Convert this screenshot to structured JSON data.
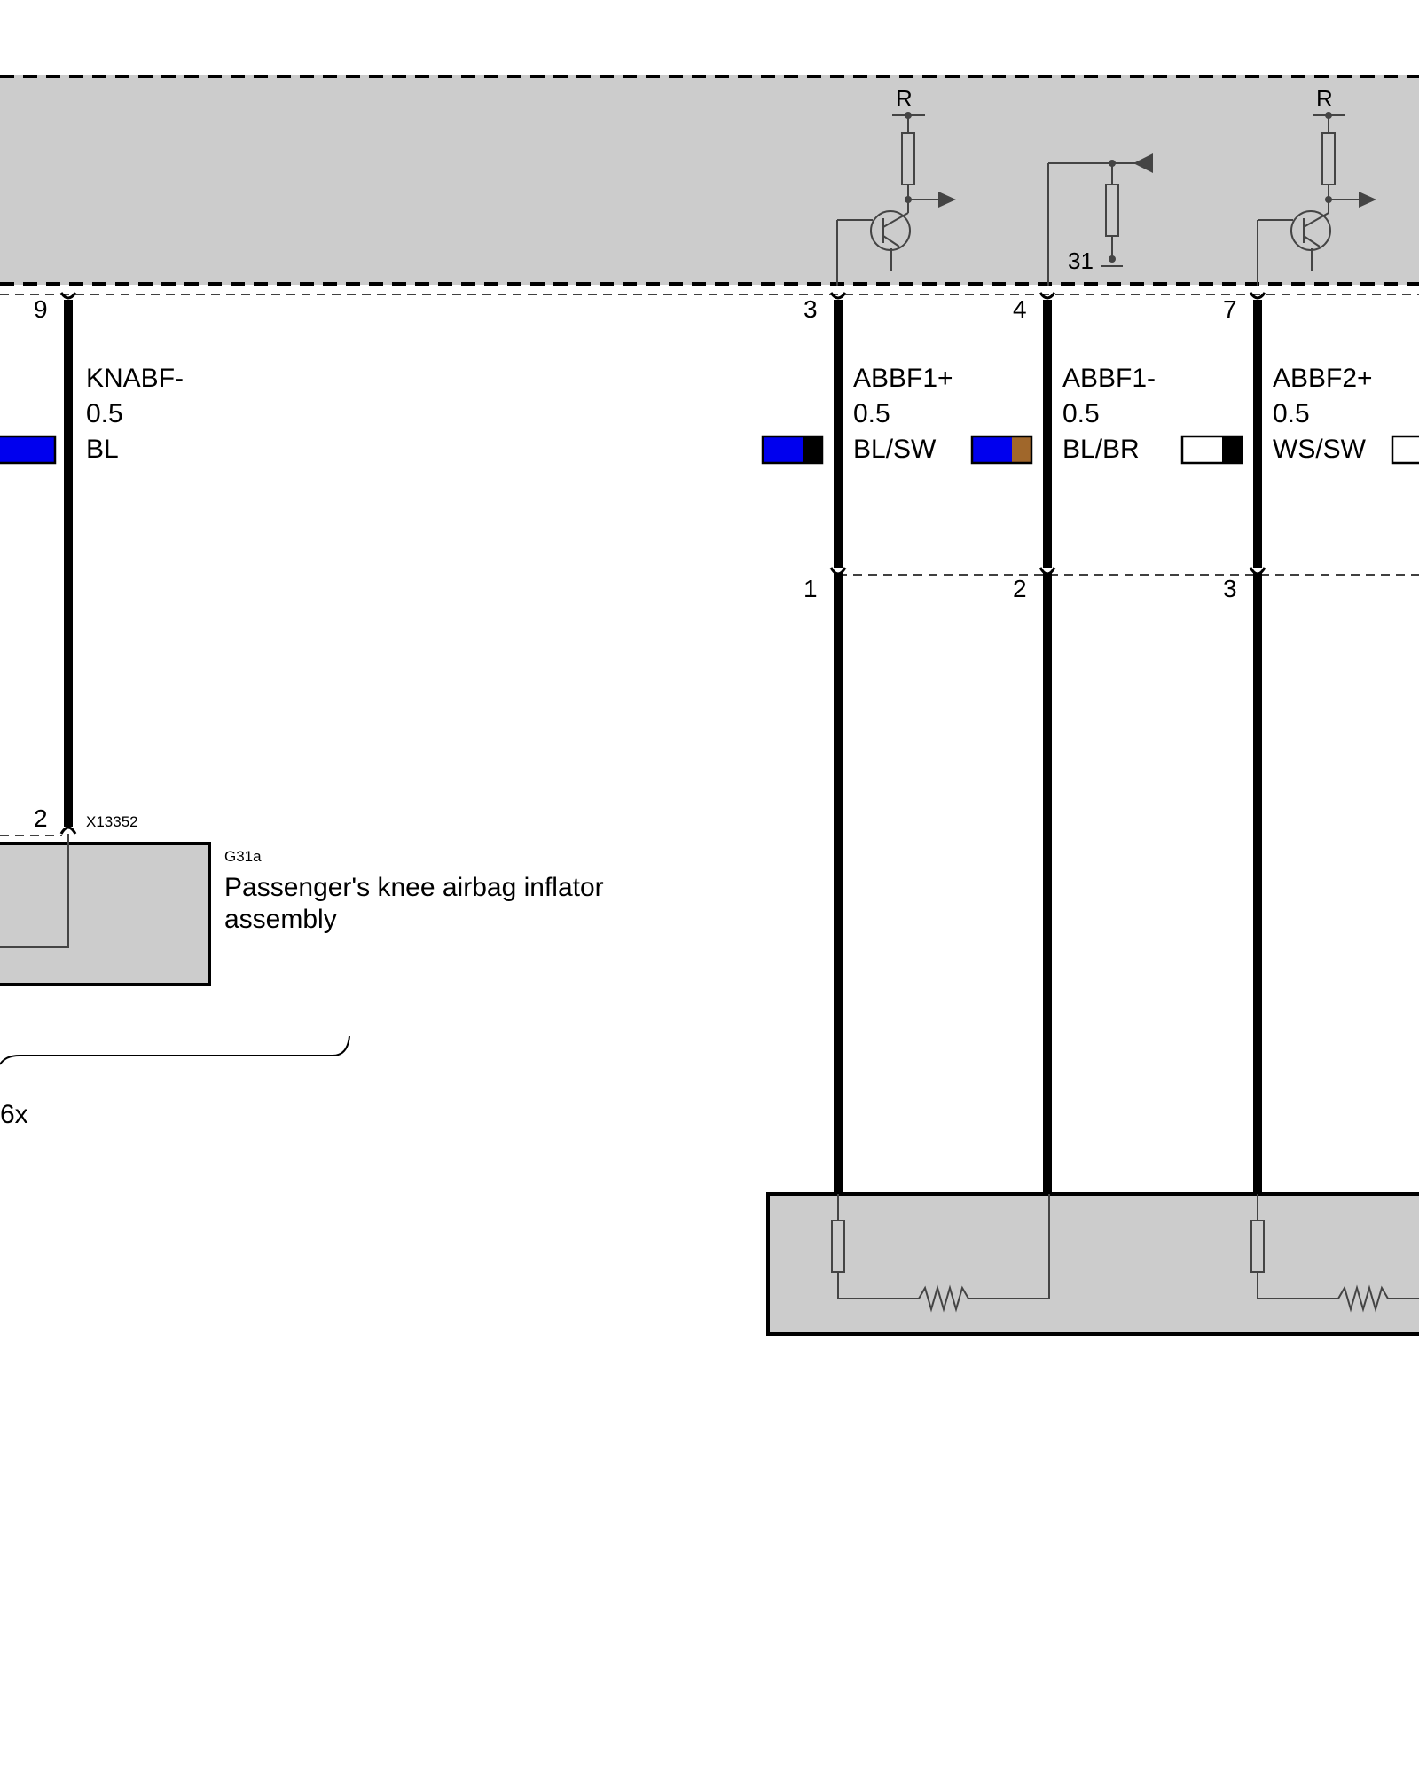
{
  "colors": {
    "module_fill": "#cccccc",
    "wire": "#000000",
    "component_line": "#444444",
    "blue": "#0000ee",
    "brown": "#a0672b",
    "black": "#000000",
    "white": "#ffffff"
  },
  "module": {
    "pins": [
      "9",
      "3",
      "4",
      "7"
    ],
    "resistor_supply_label": "R",
    "ground_label": "31"
  },
  "wires": [
    {
      "pin_top": "9",
      "name": "KNABF-",
      "gauge": "0.5",
      "color_code": "BL",
      "swatch": [
        "blue"
      ],
      "pin_bottom": "2"
    },
    {
      "pin_top": "3",
      "name": "ABBF1+",
      "gauge": "0.5",
      "color_code": "BL/SW",
      "swatch": [
        "blue",
        "black"
      ],
      "pin_mid": "1"
    },
    {
      "pin_top": "4",
      "name": "ABBF1-",
      "gauge": "0.5",
      "color_code": "BL/BR",
      "swatch": [
        "blue",
        "brown"
      ],
      "pin_mid": "2"
    },
    {
      "pin_top": "7",
      "name": "ABBF2+",
      "gauge": "0.5",
      "color_code": "WS/SW",
      "swatch": [
        "white",
        "black"
      ],
      "pin_mid": "3"
    }
  ],
  "knee_airbag": {
    "connector_id": "X13352",
    "component_id": "G31a",
    "name_line1": "Passenger's knee airbag inflator",
    "name_line2": "assembly"
  },
  "bracket_label": "6x"
}
